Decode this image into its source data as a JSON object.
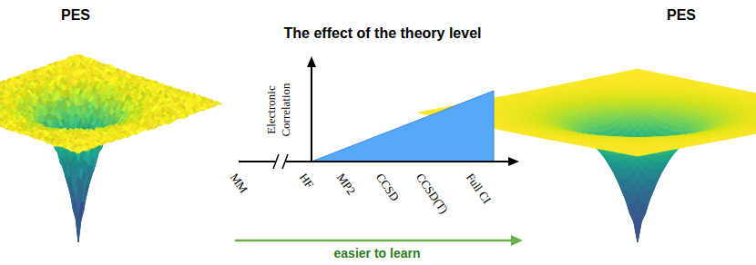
{
  "diagram": {
    "title": "The effect of the theory level",
    "labels": [
      "PES",
      "Electronic Correlation",
      "MM",
      "HF",
      "MP2",
      "CCSD",
      "CCSD(T)",
      "Full CI",
      "easier to learn",
      "PES"
    ]
  }
}
